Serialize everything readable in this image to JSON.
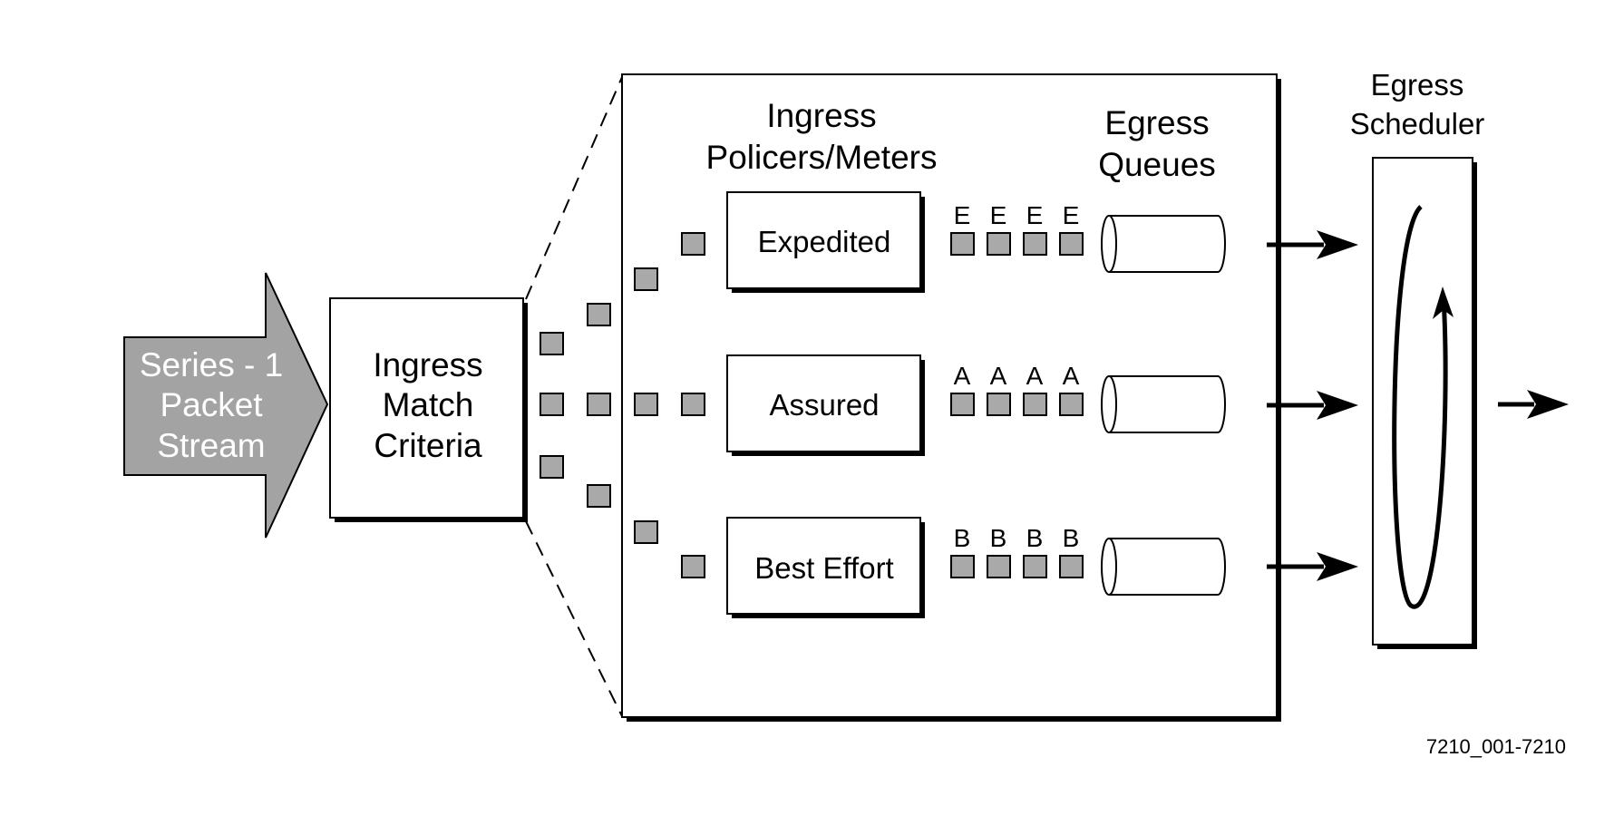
{
  "stream": {
    "lines": [
      "Series - 1",
      "Packet",
      "Stream"
    ]
  },
  "match_box": {
    "lines": [
      "Ingress",
      "Match",
      "Criteria"
    ]
  },
  "policers_heading": {
    "lines": [
      "Ingress",
      "Policers/Meters"
    ]
  },
  "queues_heading": {
    "lines": [
      "Egress",
      "Queues"
    ]
  },
  "scheduler_heading": {
    "lines": [
      "Egress",
      "Scheduler"
    ]
  },
  "classes": [
    {
      "name": "Expedited",
      "letter": "E"
    },
    {
      "name": "Assured",
      "letter": "A"
    },
    {
      "name": "Best Effort",
      "letter": "B"
    }
  ],
  "figure_id": "7210_001-7210",
  "colors": {
    "packet_fill": "#a9a9a9",
    "stream_fill": "#a3a3a3",
    "stroke": "#000000"
  }
}
